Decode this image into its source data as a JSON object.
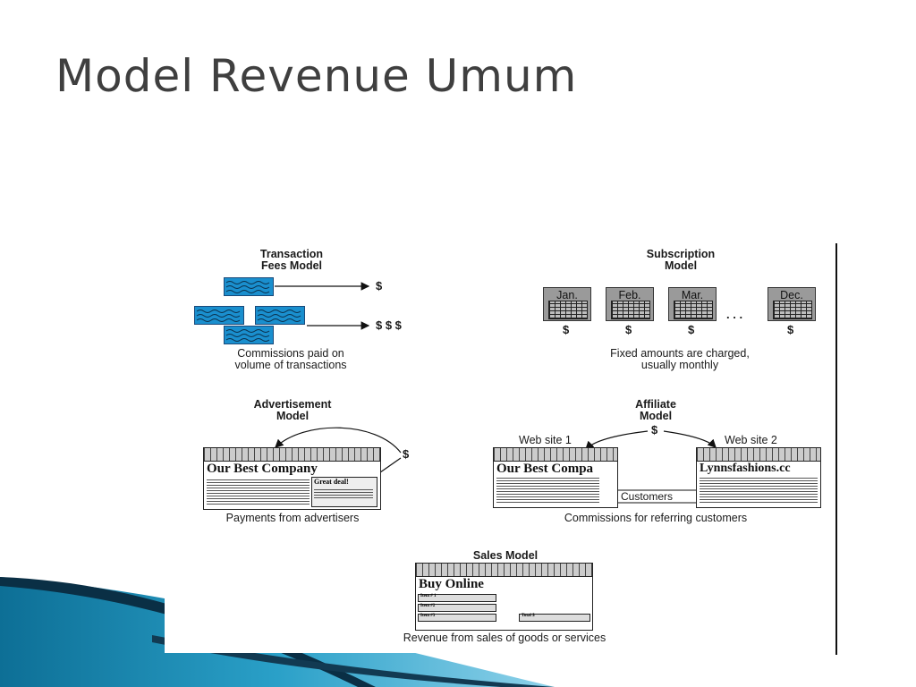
{
  "title": "Model Revenue Umum",
  "colors": {
    "title": "#3f3f3f",
    "doc_blue": "#1a8fce",
    "swoosh_teal": "#1f93b8",
    "swoosh_dark": "#0a2f45"
  },
  "transaction": {
    "heading_l1": "Transaction",
    "heading_l2": "Fees Model",
    "dollar_single": "$",
    "dollar_multi": "$ $ $",
    "caption_l1": "Commissions paid on",
    "caption_l2": "volume of transactions"
  },
  "subscription": {
    "heading_l1": "Subscription",
    "heading_l2": "Model",
    "months": [
      {
        "label": "Jan.",
        "dollar": "$"
      },
      {
        "label": "Feb.",
        "dollar": "$"
      },
      {
        "label": "Mar.",
        "dollar": "$"
      },
      {
        "label": "Dec.",
        "dollar": "$"
      }
    ],
    "ellipsis": ". . .",
    "caption_l1": "Fixed amounts are charged,",
    "caption_l2": "usually monthly"
  },
  "advertisement": {
    "heading_l1": "Advertisement",
    "heading_l2": "Model",
    "site_title": "Our Best Company",
    "ad_text": "Great deal!",
    "dollar": "$",
    "caption": "Payments from advertisers"
  },
  "affiliate": {
    "heading_l1": "Affiliate",
    "heading_l2": "Model",
    "dollar": "$",
    "site1_label": "Web site 1",
    "site2_label": "Web site 2",
    "site1_title": "Our Best Compa",
    "site2_title": "Lynnsfashions.cc",
    "customers": "Customers",
    "caption": "Commissions for referring customers"
  },
  "sales": {
    "heading": "Sales Model",
    "site_title": "Buy Online",
    "items": [
      "Item # 1",
      "Item #2",
      "Item #3"
    ],
    "total": "Total $",
    "caption": "Revenue from sales of goods or services"
  }
}
